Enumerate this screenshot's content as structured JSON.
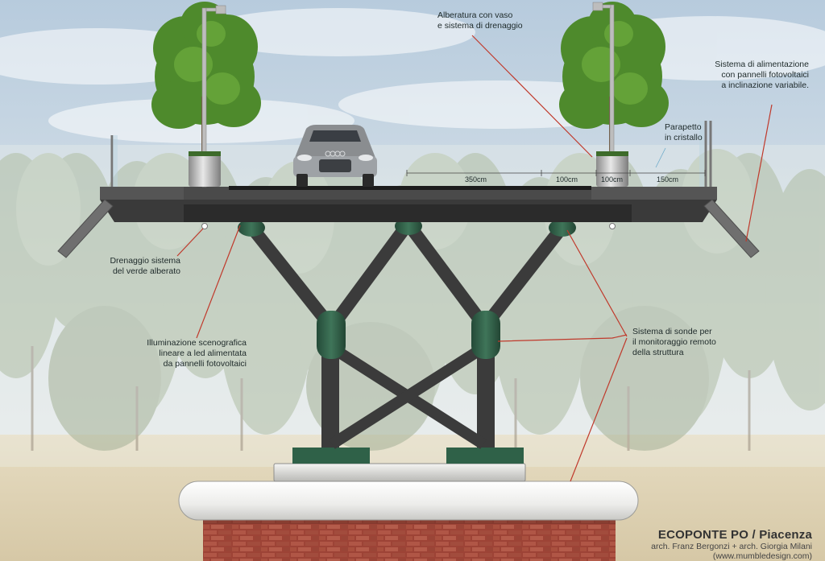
{
  "colors": {
    "sky_top": "#b9cde0",
    "sky_bottom": "#e9eef0",
    "ground": "#d7cbae",
    "steel": "#3b3b3b",
    "joint": "#2f5a45",
    "leader": "#c0392b",
    "brick": "#a2463a",
    "deck": "#3a3a3a"
  },
  "labels": {
    "alberatura": [
      "Alberatura con vaso",
      "e sistema di drenaggio"
    ],
    "alimentazione": [
      "Sistema di alimentazione",
      "con pannelli fotovoltaici",
      "a inclinazione variabile."
    ],
    "parapetto": [
      "Parapetto",
      "in cristallo"
    ],
    "drenaggio": [
      "Drenaggio sistema",
      "del verde alberato"
    ],
    "illuminazione": [
      "Illuminazione scenografica",
      "lineare a led alimentata",
      "da pannelli fotovoltaici"
    ],
    "sonde": [
      "Sistema di sonde per",
      "il monitoraggio remoto",
      "della struttura"
    ]
  },
  "dimensions": {
    "d1": "350cm",
    "d2": "100cm",
    "d3": "100cm",
    "d4": "150cm"
  },
  "title": {
    "main": "ECOPONTE PO / Piacenza",
    "credits": "arch. Franz Bergonzi + arch. Giorgia Milani",
    "website": "(www.mumbledesign.com)"
  }
}
